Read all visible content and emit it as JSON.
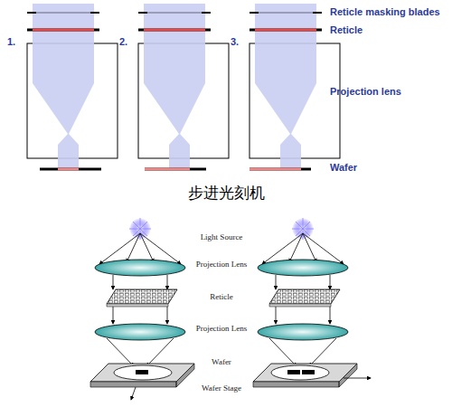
{
  "diagram": {
    "caption": "步进光刻机",
    "labels": [
      "1.",
      "2.",
      "3.",
      "Reticle masking blades",
      "Reticle",
      "Projection lens",
      "Wafer",
      "Light Source",
      "Projection Lens",
      "Reticle",
      "Projection Lens",
      "Wafer",
      "Wafer Stage"
    ]
  }
}
